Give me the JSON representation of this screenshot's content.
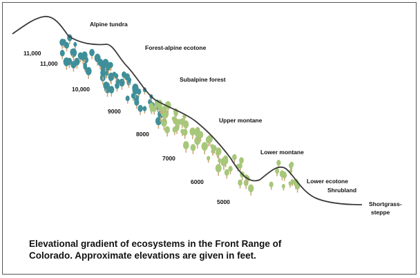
{
  "diagram": {
    "ecosystem_labels": [
      "Alpine tundra",
      "Forest-alpine ecotone",
      "Subalpine forest",
      "Upper montane",
      "Lower montane",
      "Lower ecotone",
      "Shrubland",
      "Shortgrass-",
      "steppe"
    ],
    "elevation_labels": [
      "11,000",
      "11,000",
      "10,000",
      "9000",
      "8000",
      "7000",
      "6000",
      "5000"
    ],
    "colors": {
      "profile_line": "#3a3a3a",
      "subalpine_trees": "#3f8f9a",
      "montane_trees": "#a7c77a",
      "trunks": "#c9a97a"
    }
  },
  "caption": {
    "line1": "Elevational gradient of ecosystems in the Front Range of",
    "line2": "Colorado. Approximate elevations are given in feet."
  }
}
